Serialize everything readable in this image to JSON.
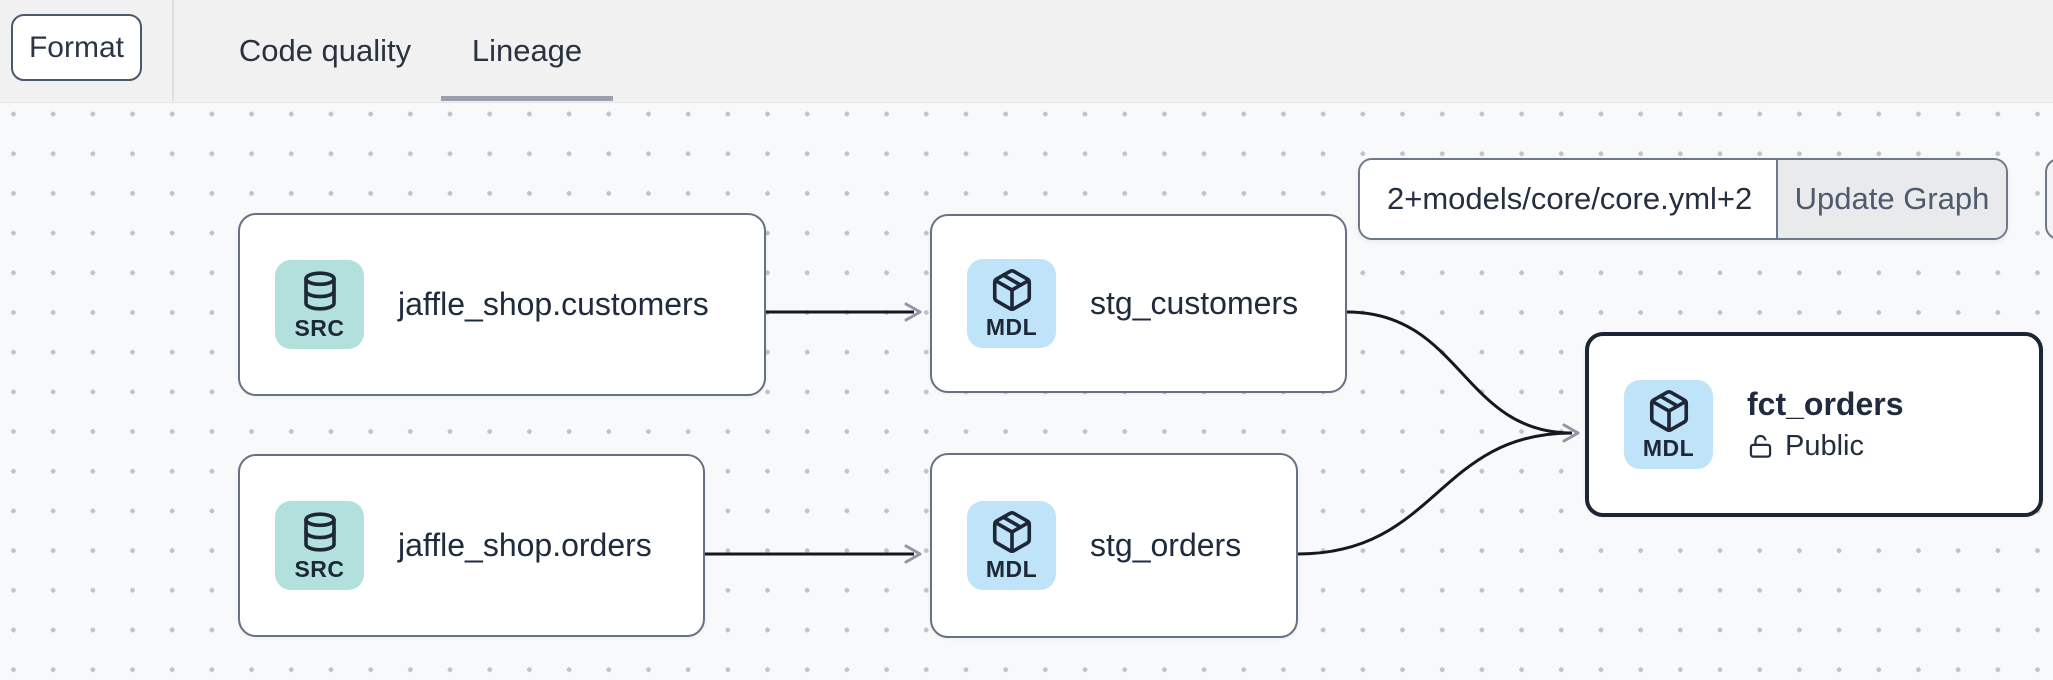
{
  "header": {
    "format_button": "Format",
    "tabs": [
      {
        "label": "Code quality",
        "active": false
      },
      {
        "label": "Lineage",
        "active": true
      }
    ]
  },
  "graph_controls": {
    "selector_input_value": "2+models/core/core.yml+2",
    "update_button": "Update Graph"
  },
  "lineage": {
    "nodes": [
      {
        "title": "jaffle_shop.customers",
        "type_label": "SRC",
        "kind": "source",
        "icon": "database"
      },
      {
        "title": "stg_customers",
        "type_label": "MDL",
        "kind": "model",
        "icon": "cube"
      },
      {
        "title": "jaffle_shop.orders",
        "type_label": "SRC",
        "kind": "source",
        "icon": "database"
      },
      {
        "title": "stg_orders",
        "type_label": "MDL",
        "kind": "model",
        "icon": "cube"
      },
      {
        "title": "fct_orders",
        "type_label": "MDL",
        "kind": "model",
        "icon": "cube",
        "visibility": "Public",
        "selected": true
      }
    ],
    "edges": [
      {
        "from": "jaffle_shop.customers",
        "to": "stg_customers"
      },
      {
        "from": "jaffle_shop.orders",
        "to": "stg_orders"
      },
      {
        "from": "stg_customers",
        "to": "fct_orders"
      },
      {
        "from": "stg_orders",
        "to": "fct_orders"
      }
    ]
  },
  "colors": {
    "src_badge_bg": "#b2e1dd",
    "mdl_badge_bg": "#bfe4f9",
    "edge": "#14181f",
    "arrowhead": "#8f97a4",
    "node_border": "#667183",
    "selected_node_border": "#1b2534",
    "tab_underline": "#9aa1ad",
    "header_bg": "#f1f1f2",
    "canvas_bg": "#f8f9fb"
  }
}
